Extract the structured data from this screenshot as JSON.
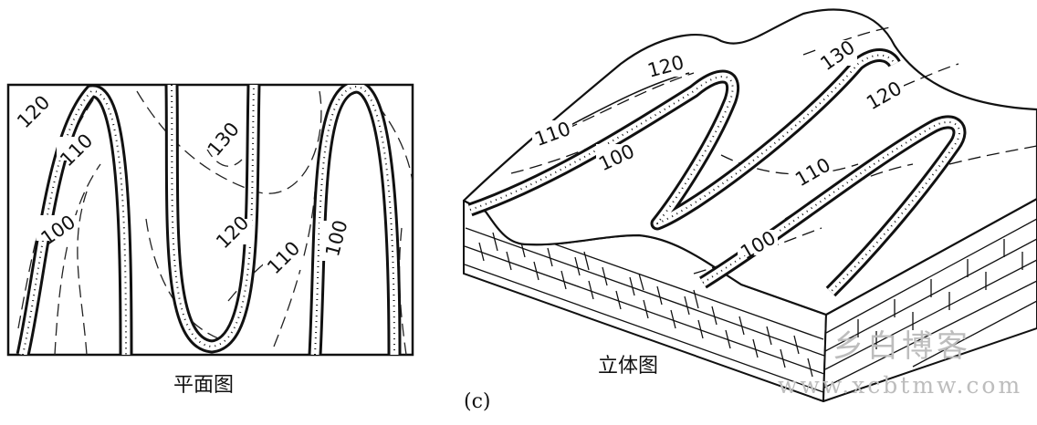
{
  "plan_view": {
    "caption": "平面图",
    "contours": [
      "120",
      "110",
      "100",
      "130",
      "120",
      "110",
      "100"
    ]
  },
  "block_view": {
    "caption": "立体图",
    "contours": [
      "120",
      "130",
      "110",
      "100",
      "120",
      "110",
      "100"
    ]
  },
  "subfigure_label": "(c)",
  "watermark": {
    "name": "乡白博客",
    "url": "www.xcbtmw.com"
  }
}
